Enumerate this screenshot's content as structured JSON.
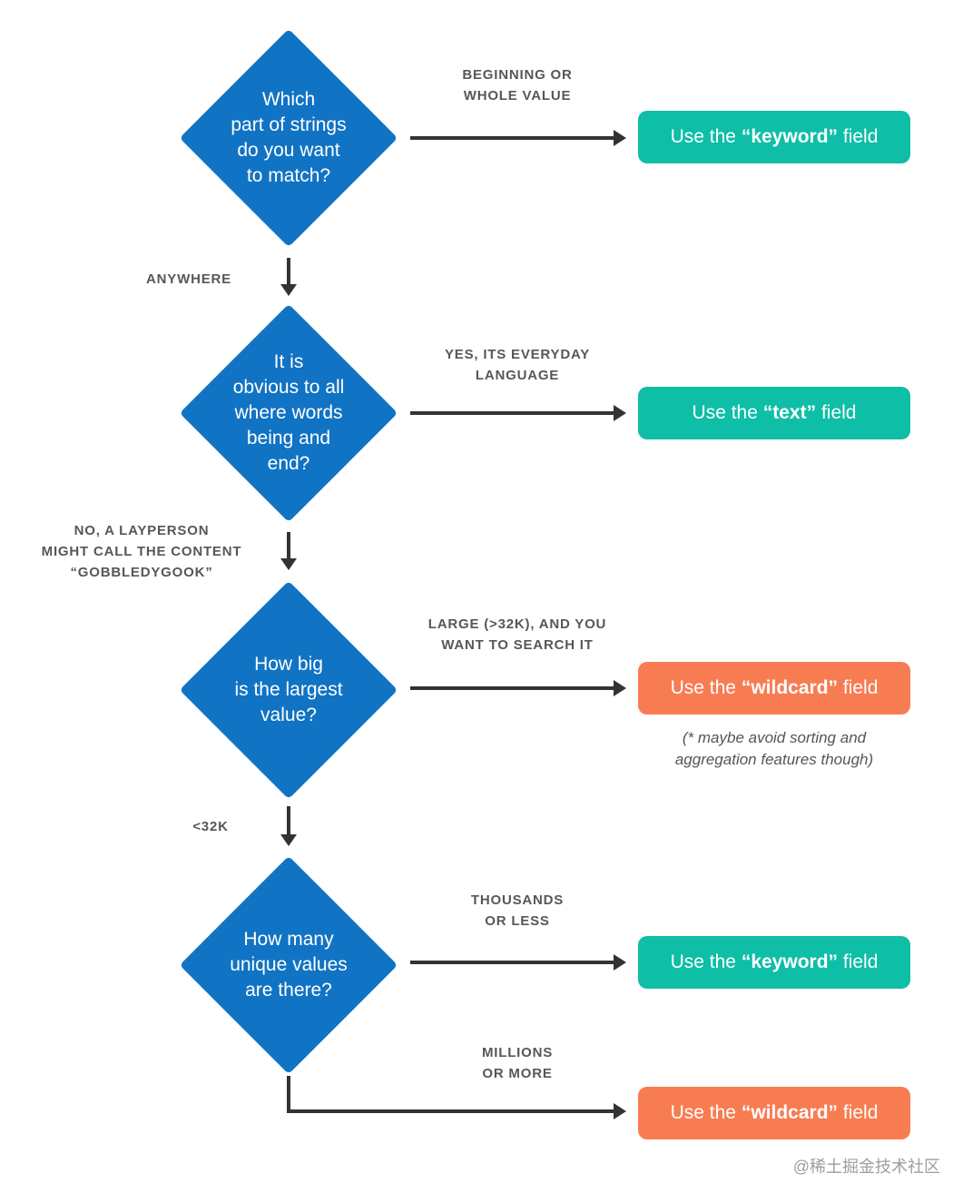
{
  "colors": {
    "diamond_blue": "#1173C4",
    "result_teal": "#0EBEA7",
    "result_orange": "#F87C52",
    "arrow_dark": "#333333",
    "edge_label_gray": "#54585B",
    "note_gray": "#555555",
    "watermark_gray": "#9B9EA0"
  },
  "diamonds": [
    {
      "id": "match-part",
      "lines": [
        "Which",
        "part of strings",
        "do you want",
        "to match?"
      ]
    },
    {
      "id": "word-boundaries",
      "lines": [
        "It is",
        "obvious to all",
        "where words",
        "being and",
        "end?"
      ]
    },
    {
      "id": "largest-value",
      "lines": [
        "How big",
        "is the largest",
        "value?"
      ]
    },
    {
      "id": "unique-values",
      "lines": [
        "How many",
        "unique values",
        "are there?"
      ]
    }
  ],
  "edge_labels": [
    {
      "id": "beginning-or-whole",
      "lines": [
        "BEGINNING OR",
        "WHOLE VALUE"
      ]
    },
    {
      "id": "anywhere",
      "lines": [
        "ANYWHERE"
      ]
    },
    {
      "id": "yes-everyday",
      "lines": [
        "YES, ITS EVERYDAY",
        "LANGUAGE"
      ]
    },
    {
      "id": "no-layperson",
      "lines": [
        "NO, A LAYPERSON",
        "MIGHT CALL THE CONTENT",
        "“GOBBLEDYGOOK”"
      ]
    },
    {
      "id": "large-32k",
      "lines": [
        "LARGE (>32K), AND YOU",
        "WANT TO SEARCH IT"
      ]
    },
    {
      "id": "less-32k",
      "lines": [
        "<32K"
      ]
    },
    {
      "id": "thousands-or-less",
      "lines": [
        "THOUSANDS",
        "OR LESS"
      ]
    },
    {
      "id": "millions-or-more",
      "lines": [
        "MILLIONS",
        "OR MORE"
      ]
    }
  ],
  "result_boxes": [
    {
      "id": "keyword-top",
      "prefix": "Use the ",
      "term": "“keyword”",
      "suffix": " field",
      "style": "teal"
    },
    {
      "id": "text",
      "prefix": "Use the ",
      "term": "“text”",
      "suffix": " field",
      "style": "teal"
    },
    {
      "id": "wildcard-mid",
      "prefix": "Use the ",
      "term": "“wildcard”",
      "suffix": " field",
      "style": "orange"
    },
    {
      "id": "keyword-bottom",
      "prefix": "Use the ",
      "term": "“keyword”",
      "suffix": " field",
      "style": "teal"
    },
    {
      "id": "wildcard-bottom",
      "prefix": "Use the ",
      "term": "“wildcard”",
      "suffix": " field",
      "style": "orange"
    }
  ],
  "note": {
    "lines": [
      "(* maybe avoid sorting and",
      "aggregation features though)"
    ]
  },
  "watermark": "@稀土掘金技术社区"
}
